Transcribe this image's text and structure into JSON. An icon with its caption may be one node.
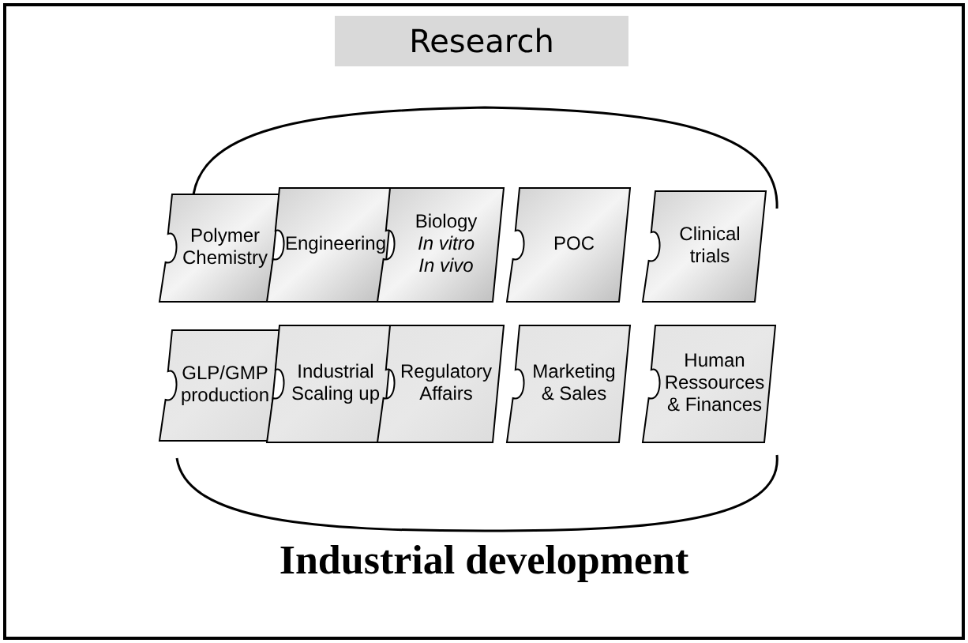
{
  "diagram": {
    "nodes": [
      {
        "text": [
          "Research"
        ]
      },
      {
        "text": [
          "Polymer Chemistry"
        ]
      },
      {
        "text": [
          "Engineering"
        ]
      },
      {
        "text": [
          "Biology",
          "In vitro",
          "In vivo"
        ]
      },
      {
        "text": [
          "POC"
        ]
      },
      {
        "text": [
          "Clinical trials"
        ]
      },
      {
        "text": [
          "GLP/GMP production"
        ]
      },
      {
        "text": [
          "Industrial Scaling up"
        ]
      },
      {
        "text": [
          "Regulatory Affairs"
        ]
      },
      {
        "text": [
          "Marketing & Sales"
        ]
      },
      {
        "text": [
          "Human Ressources & Finances"
        ]
      }
    ],
    "labels": [
      "Industrial development"
    ]
  }
}
